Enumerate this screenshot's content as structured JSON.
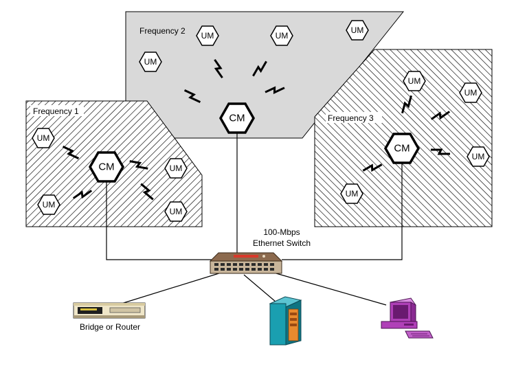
{
  "labels": {
    "frequency_1": "Frequency 1",
    "frequency_2": "Frequency 2",
    "frequency_3": "Frequency 3",
    "switch_line1": "100-Mbps",
    "switch_line2": "Ethernet Switch",
    "bridge_router": "Bridge or Router"
  },
  "nodes": {
    "cm": "CM",
    "um": "UM"
  },
  "colors": {
    "cell2_fill": "#d9d9d9",
    "server_body": "#1a9fb0",
    "server_panel": "#e88a2e",
    "computer": "#b040b8",
    "switch_top": "#8c6a4e",
    "switch_front": "#c8b59a"
  },
  "icons": [
    "ethernet-switch-icon",
    "bridge-router-icon",
    "server-tower-icon",
    "desktop-computer-icon",
    "wireless-link-icon"
  ]
}
